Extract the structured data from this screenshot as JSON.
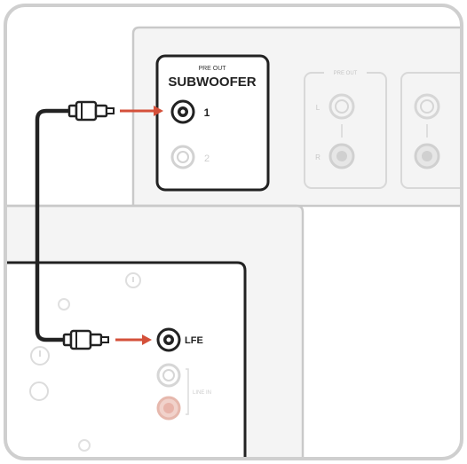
{
  "diagram": {
    "receiver_panel": {
      "subwoofer_group": {
        "header_small": "PRE OUT",
        "header_large": "SUBWOOFER",
        "port_1_label": "1",
        "port_2_label": "2"
      },
      "preout_group": {
        "header_small": "PRE OUT",
        "left_label": "L",
        "right_label": "R"
      }
    },
    "subwoofer_panel": {
      "lfe_label": "LFE",
      "faded_group_label": "LINE IN"
    },
    "colors": {
      "outline": "#222222",
      "frame": "#c8c8c8",
      "panel_fill": "#f4f4f4",
      "arrow": "#d4503a",
      "faded": "#d6d6d6",
      "faded_red": "#e8b4aa"
    },
    "icons": [
      "rca-plug-icon",
      "rca-jack-icon",
      "arrow-right-icon"
    ]
  }
}
